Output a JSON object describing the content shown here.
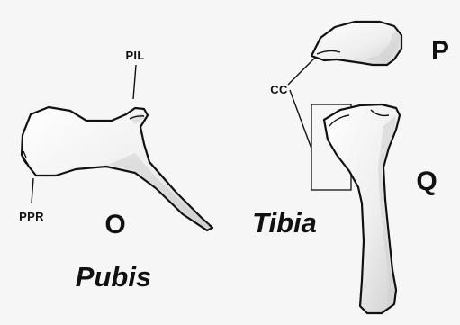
{
  "labels": {
    "pil": "PIL",
    "ppr": "PPR",
    "cc": "CC",
    "panel_o": "O",
    "panel_p": "P",
    "panel_q": "Q",
    "pubis": "Pubis",
    "tibia": "Tibia"
  },
  "colors": {
    "background": "#f6f6f6",
    "bone_light": "#ffffff",
    "bone_dark": "#d2d2d2",
    "outline": "#111111"
  }
}
